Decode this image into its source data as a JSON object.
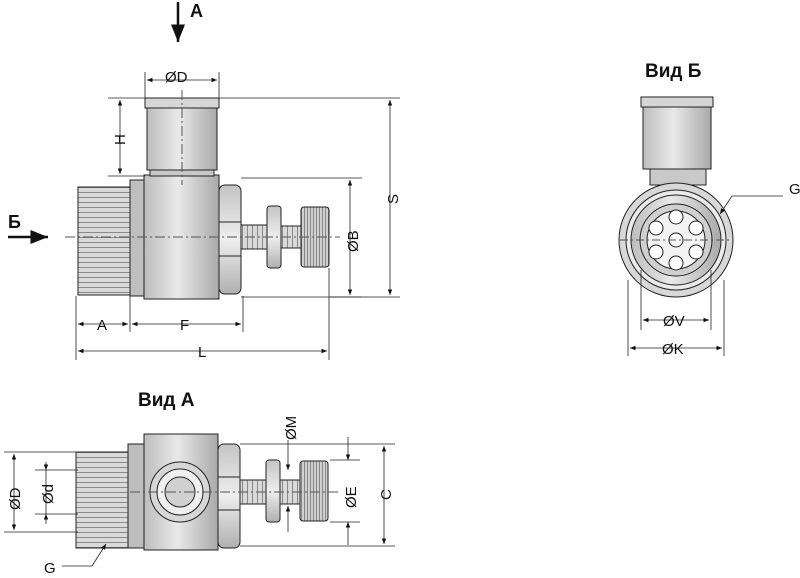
{
  "views": {
    "main_arrow_a": "A",
    "main_arrow_b": "Б",
    "view_a_title": "Вид А",
    "view_b_title": "Вид Б"
  },
  "dims": {
    "d_outer": "ØD",
    "h": "H",
    "s": "S",
    "b": "ØB",
    "a": "A",
    "f": "F",
    "l": "L",
    "m": "ØM",
    "e": "ØE",
    "c": "C",
    "d_outer_a": "ØD",
    "d_inner": "Ød",
    "g_a": "G",
    "g_b": "G",
    "v": "ØV",
    "k": "ØK"
  }
}
